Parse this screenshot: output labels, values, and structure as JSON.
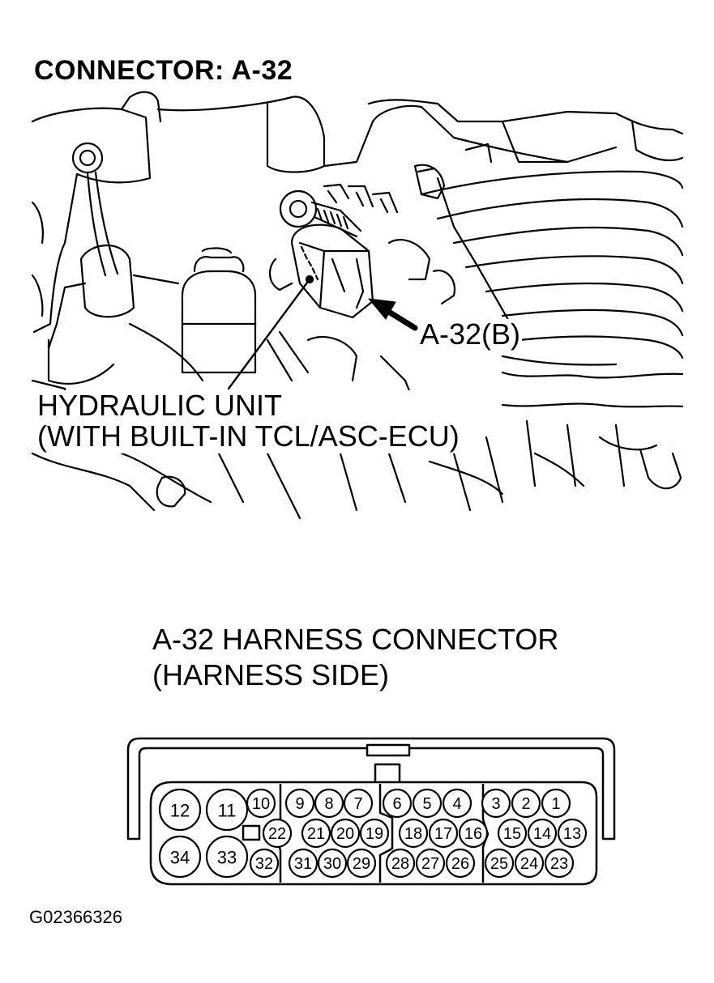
{
  "title": "CONNECTOR: A-32",
  "callouts": {
    "connector_location": "A-32(B)",
    "unit_line1": "HYDRAULIC UNIT",
    "unit_line2": "(WITH BUILT-IN TCL/ASC-ECU)"
  },
  "connector_view": {
    "line1": "A-32 HARNESS CONNECTOR",
    "line2": "(HARNESS SIDE)"
  },
  "figure_id": "G02366326",
  "terminals": {
    "large": [
      "12",
      "11",
      "34",
      "33"
    ],
    "row1": [
      "10",
      "9",
      "8",
      "7",
      "6",
      "5",
      "4",
      "3",
      "2",
      "1"
    ],
    "row2": [
      "22",
      "21",
      "20",
      "19",
      "18",
      "17",
      "16",
      "15",
      "14",
      "13"
    ],
    "row3": [
      "32",
      "31",
      "30",
      "29",
      "28",
      "27",
      "26",
      "25",
      "24",
      "23"
    ]
  }
}
